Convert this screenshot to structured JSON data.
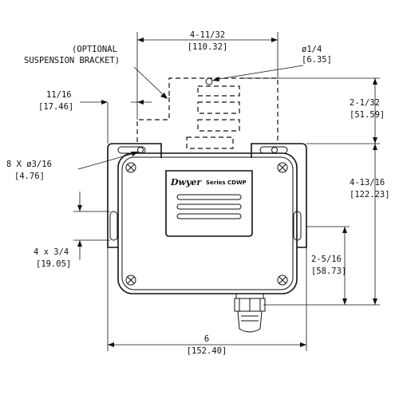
{
  "labels": {
    "optional_bracket_line1": "(OPTIONAL",
    "optional_bracket_line2": "SUSPENSION BRACKET)",
    "top_width": "4-11/32",
    "top_width_mm": "[110.32]",
    "hole_dia": "ø1/4",
    "hole_dia_mm": "[6.35]",
    "slot_offset": "11/16",
    "slot_offset_mm": "[17.46]",
    "bracket_height": "2-1/32",
    "bracket_height_mm": "[51.59]",
    "mount_holes": "8 X ø3/16",
    "mount_holes_mm": "[4.76]",
    "overall_height": "4-13/16",
    "overall_height_mm": "[122.23]",
    "slot_spacing": "4 x 3/4",
    "slot_spacing_mm": "[19.05]",
    "fitting_height": "2-5/16",
    "fitting_height_mm": "[58.73]",
    "overall_width": "6",
    "overall_width_mm": "[152.40]"
  },
  "device": {
    "brand": "Dwyer",
    "series": "Series CDWP"
  }
}
